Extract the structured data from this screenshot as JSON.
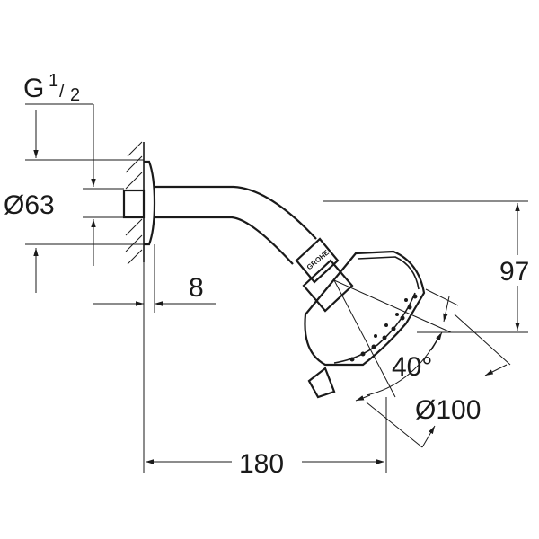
{
  "thread": {
    "prefix": "G",
    "num": "1",
    "slash": "/",
    "den": "2"
  },
  "dims": {
    "flange_dia": "Ø63",
    "wall_gap": "8",
    "projection": "180",
    "drop": "97",
    "angle": "40°",
    "head_dia": "Ø100"
  },
  "brand": "GROHE",
  "colors": {
    "line": "#1a1a1a",
    "background": "#ffffff"
  }
}
